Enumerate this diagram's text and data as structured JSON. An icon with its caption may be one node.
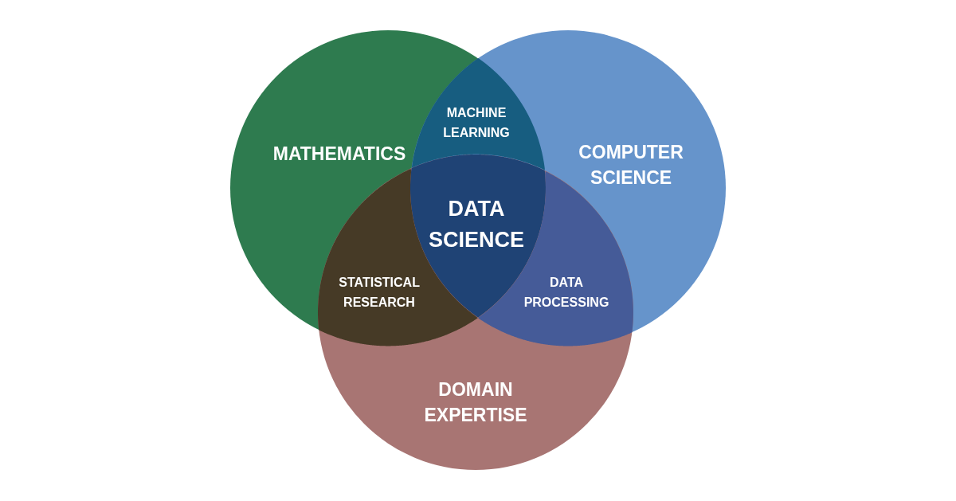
{
  "diagram": {
    "nodes": [
      {
        "text": [
          "MACHINE LEARNING"
        ]
      },
      {
        "text": [
          "MATHEMATICS"
        ]
      },
      {
        "text": [
          "COMPUTER SCIENCE"
        ]
      },
      {
        "text": [
          "DATA SCIENCE"
        ]
      },
      {
        "text": [
          "STATISTICAL RESEARCH"
        ]
      },
      {
        "text": [
          "DATA PROCESSING"
        ]
      },
      {
        "text": [
          "DOMAIN EXPERTISE"
        ]
      }
    ]
  }
}
